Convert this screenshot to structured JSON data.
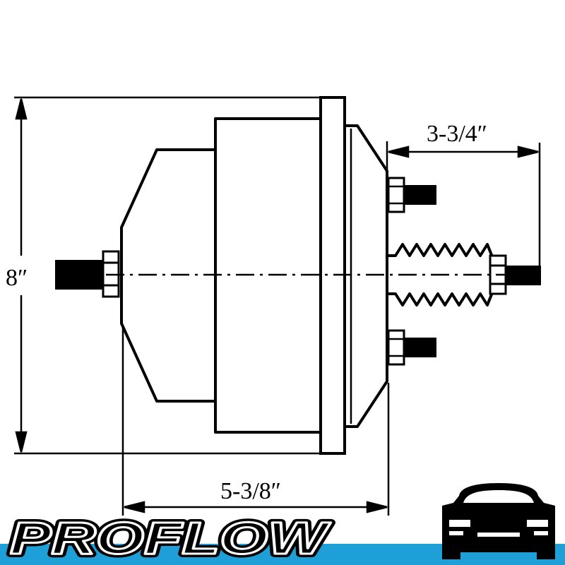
{
  "dimensions": {
    "height_label": "8″",
    "width_label": "5-3/8″",
    "rod_label": "3-3/4″"
  },
  "brand": {
    "logo_text": "PROFLOW",
    "logo_color": "#000000",
    "logo_outline": "#ffffff",
    "stripe_color": "#1e9fd8"
  },
  "icons": {
    "car": "car-front-icon"
  }
}
